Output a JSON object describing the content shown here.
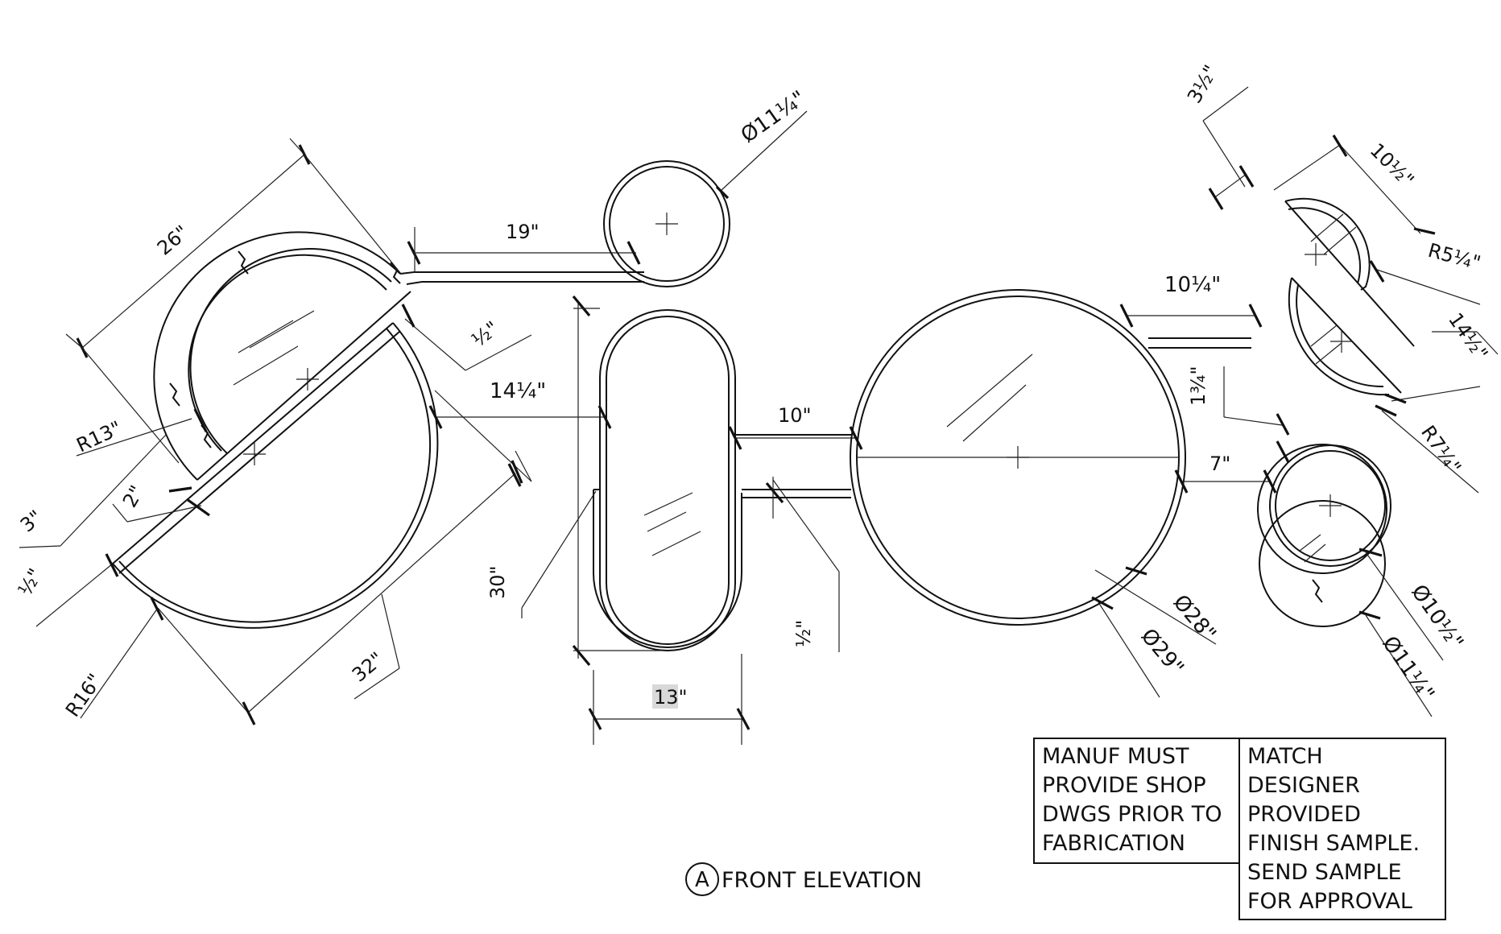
{
  "dimensions": {
    "d_26": "26\"",
    "d_19": "19\"",
    "d_dia_11_25_top": "Ø11¼\"",
    "d_half_top": "½\"",
    "d_14_25": "14¼\"",
    "d_r13": "R13\"",
    "d_3": "3\"",
    "d_2": "2\"",
    "d_half_left": "½\"",
    "d_r16": "R16\"",
    "d_32": "32\"",
    "d_30": "30\"",
    "d_13": "13\"",
    "d_10": "10\"",
    "d_half_mid": "½\"",
    "d_dia_28": "Ø28\"",
    "d_dia_29": "Ø29\"",
    "d_3_5": "3½\"",
    "d_10_5_top": "10½\"",
    "d_r5_25": "R5¼\"",
    "d_10_25": "10¼\"",
    "d_14_5": "14½\"",
    "d_1_75": "1¾\"",
    "d_r7_25": "R7¼\"",
    "d_7": "7\"",
    "d_dia_10_5": "Ø10½\"",
    "d_dia_11_25_bottom": "Ø11¼\""
  },
  "notes": {
    "shop_drawings": [
      "MANUF MUST",
      "PROVIDE SHOP",
      "DWGS PRIOR TO",
      "FABRICATION"
    ],
    "finish_sample": [
      "MATCH",
      "DESIGNER",
      "PROVIDED",
      "FINISH SAMPLE.",
      "SEND SAMPLE",
      "FOR APPROVAL"
    ]
  },
  "title": {
    "marker": "A",
    "text": "FRONT ELEVATION"
  }
}
